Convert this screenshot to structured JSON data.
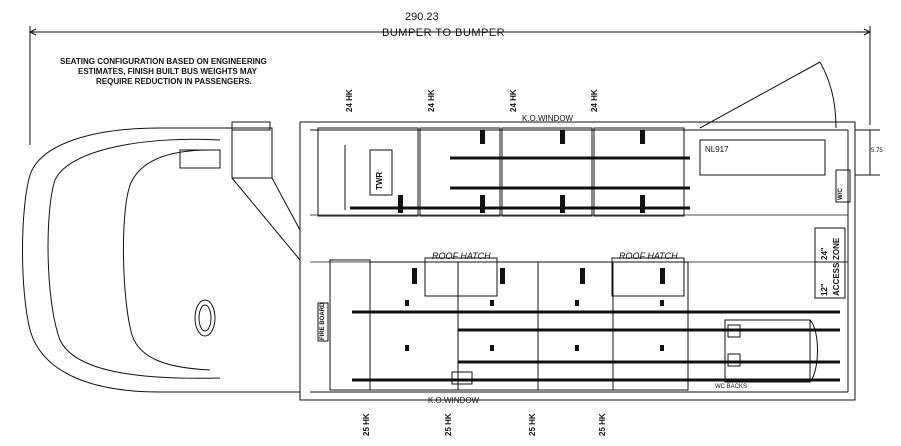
{
  "dimension": {
    "value": "290.23",
    "label": "BUMPER TO BUMPER"
  },
  "note": {
    "line1": "SEATING CONFIGURATION BASED ON ENGINEERING",
    "line2": "ESTIMATES, FINISH BUILT BUS WEIGHTS MAY",
    "line3": "REQUIRE REDUCTION IN PASSENGERS."
  },
  "top_seat_labels": [
    "24 HK",
    "24 HK",
    "24 HK",
    "24 HK"
  ],
  "bottom_seat_labels": [
    "25 HK",
    "25 HK",
    "25 HK",
    "25 HK"
  ],
  "top_window": "K.O.WINDOW",
  "bottom_window": "K.O.WINDOW",
  "roof_hatches": [
    "ROOF HATCH",
    "ROOF HATCH"
  ],
  "rear_box_label": "NL917",
  "twr_label": "TWR",
  "fire_box_label": "FIRE BOARD",
  "rear_small_label": "5.75",
  "access_zone": {
    "line1": "24\"",
    "line2": "ZONE",
    "line3": "12\"",
    "line4": "ACCESS"
  },
  "wc_label": "W/C",
  "lift_label": "WC BACKS"
}
